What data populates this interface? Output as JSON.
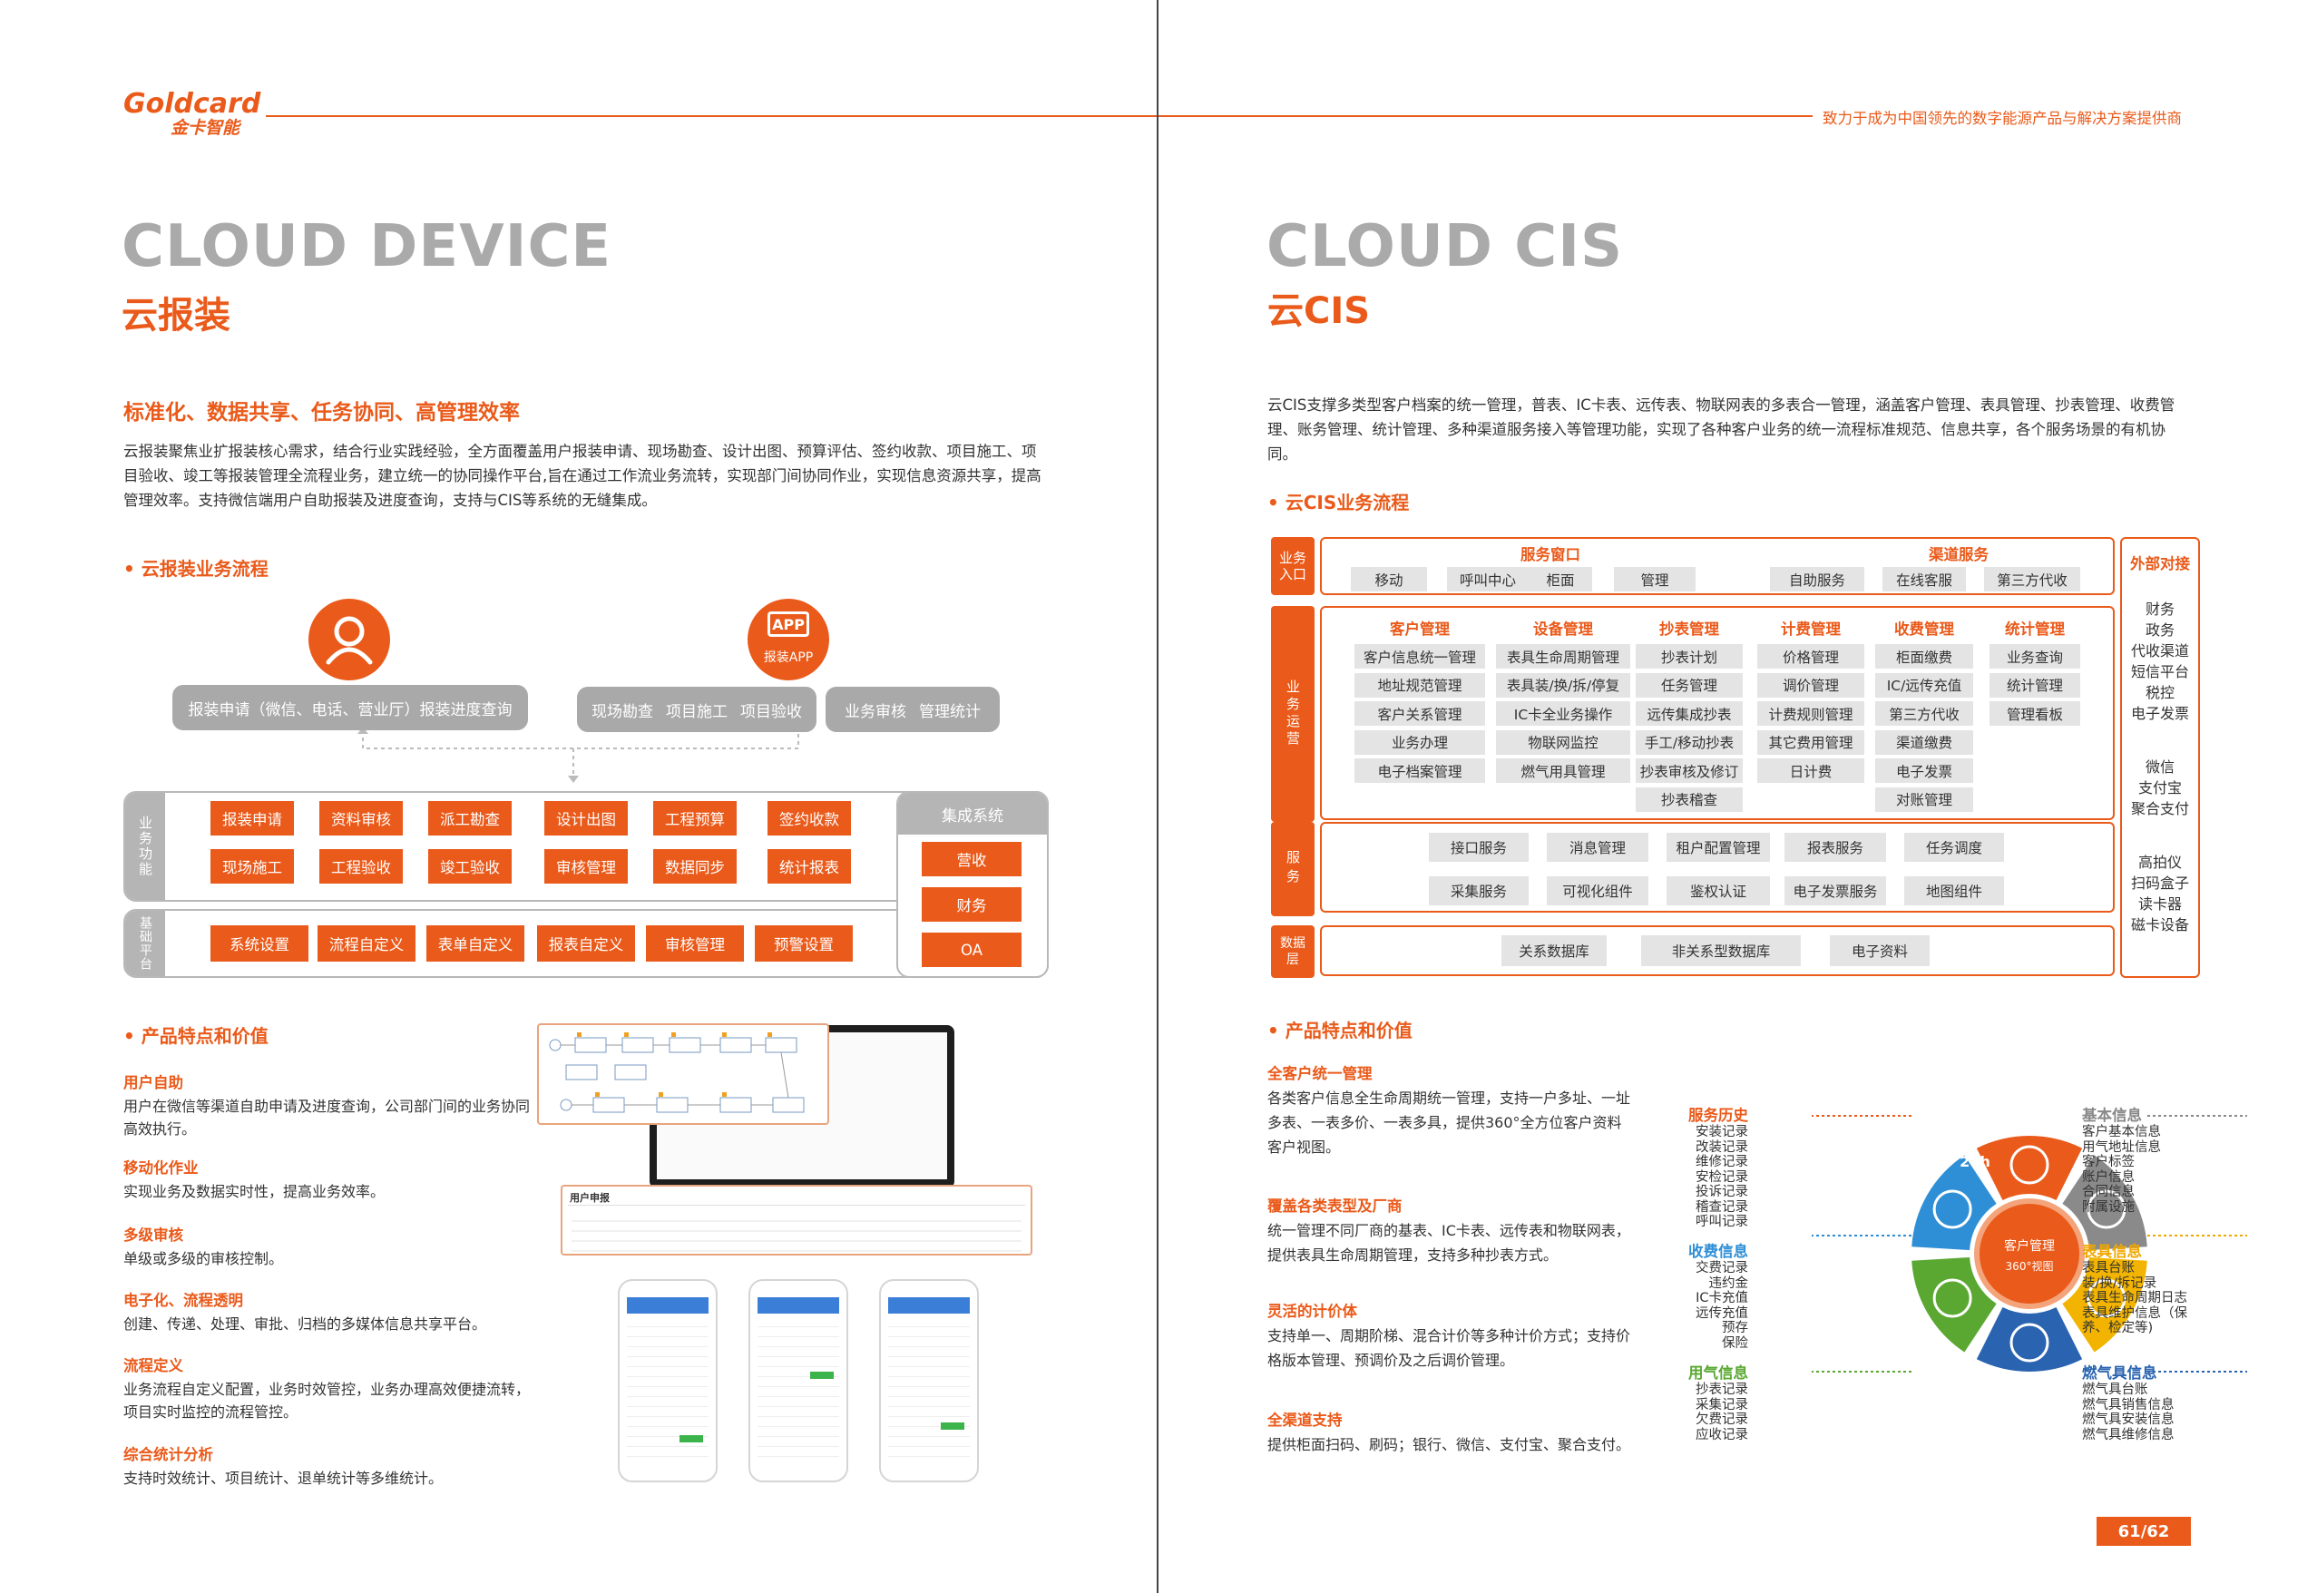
{
  "header": {
    "logo_en": "Goldcard",
    "logo_cn": "金卡智能",
    "slogan": "致力于成为中国领先的数字能源产品与解决方案提供商",
    "page_number": "61/62"
  },
  "left": {
    "title_en": "CLOUD DEVICE",
    "title_cn": "云报装",
    "heading": "标准化、数据共享、任务协同、高管理效率",
    "intro": "云报装聚焦业扩报装核心需求，结合行业实践经验，全方面覆盖用户报装申请、现场勘查、设计出图、预算评估、签约收款、项目施工、项目验收、竣工等报装管理全流程业务，建立统一的协同操作平台,旨在通过工作流业务流转，实现部门间协同作业，实现信息资源共享，提高管理效率。支持微信端用户自助报装及进度查询，支持与CIS等系统的无缝集成。",
    "flow_title": "• 云报装业务流程",
    "flow": {
      "app_icon_text": "APP",
      "app_label": "报装APP",
      "user_box": "报装申请（微信、电话、营业厅）报装进度查询",
      "field_items": [
        "现场勘查",
        "项目施工",
        "项目验收"
      ],
      "audit_items": [
        "业务审核",
        "管理统计"
      ],
      "func_label": "业务功能",
      "func_row1": [
        "报装申请",
        "资料审核",
        "派工勘查",
        "设计出图",
        "工程预算",
        "签约收款"
      ],
      "func_row2": [
        "现场施工",
        "工程验收",
        "竣工验收",
        "审核管理",
        "数据同步",
        "统计报表"
      ],
      "base_label": "基础平台",
      "base_row": [
        "系统设置",
        "流程自定义",
        "表单自定义",
        "报表自定义",
        "审核管理",
        "预警设置"
      ],
      "integration_title": "集成系统",
      "integration_items": [
        "营收",
        "财务",
        "OA"
      ]
    },
    "features_title": "• 产品特点和价值",
    "features": [
      {
        "title": "用户自助",
        "desc": "用户在微信等渠道自助申请及进度查询，公司部门间的业务协同高效执行。"
      },
      {
        "title": "移动化作业",
        "desc": "实现业务及数据实时性，提高业务效率。"
      },
      {
        "title": "多级审核",
        "desc": "单级或多级的审核控制。"
      },
      {
        "title": "电子化、流程透明",
        "desc": "创建、传递、处理、审批、归档的多媒体信息共享平台。"
      },
      {
        "title": "流程定义",
        "desc": "业务流程自定义配置，业务时效管控，业务办理高效便捷流转，项目实时监控的流程管控。"
      },
      {
        "title": "综合统计分析",
        "desc": "支持时效统计、项目统计、退单统计等多维统计。"
      }
    ],
    "screenshot_form_title": "用户申报"
  },
  "right": {
    "title_en": "CLOUD CIS",
    "title_cn": "云CIS",
    "intro": "云CIS支撑多类型客户档案的统一管理，普表、IC卡表、远传表、物联网表的多表合一管理，涵盖客户管理、表具管理、抄表管理、收费管理、账务管理、统计管理、多种渠道服务接入等管理功能，实现了各种客户业务的统一流程标准规范、信息共享，各个服务场景的有机协同。",
    "flow_title": "• 云CIS业务流程",
    "entry_label": "业务入口",
    "service_window": {
      "title": "服务窗口",
      "items": [
        "移动",
        "呼叫中心",
        "柜面",
        "管理"
      ]
    },
    "channel_service": {
      "title": "渠道服务",
      "items": [
        "自助服务",
        "在线客服",
        "第三方代收"
      ]
    },
    "ops_label": "业务运营",
    "ops_columns": [
      {
        "title": "客户管理",
        "items": [
          "客户信息统一管理",
          "地址规范管理",
          "客户关系管理",
          "业务办理",
          "电子档案管理"
        ]
      },
      {
        "title": "设备管理",
        "items": [
          "表具生命周期管理",
          "表具装/换/拆/停复",
          "IC卡全业务操作",
          "物联网监控",
          "燃气用具管理"
        ]
      },
      {
        "title": "抄表管理",
        "items": [
          "抄表计划",
          "任务管理",
          "远传集成抄表",
          "手工/移动抄表",
          "抄表审核及修订",
          "抄表稽查"
        ]
      },
      {
        "title": "计费管理",
        "items": [
          "价格管理",
          "调价管理",
          "计费规则管理",
          "其它费用管理",
          "日计费"
        ]
      },
      {
        "title": "收费管理",
        "items": [
          "柜面缴费",
          "IC/远传充值",
          "第三方代收",
          "渠道缴费",
          "电子发票",
          "对账管理"
        ]
      },
      {
        "title": "统计管理",
        "items": [
          "业务查询",
          "统计管理",
          "管理看板"
        ]
      }
    ],
    "service_label": "服务",
    "service_row1": [
      "接口服务",
      "消息管理",
      "租户配置管理",
      "报表服务",
      "任务调度"
    ],
    "service_row2": [
      "采集服务",
      "可视化组件",
      "鉴权认证",
      "电子发票服务",
      "地图组件"
    ],
    "data_label": "数据层",
    "data_items": [
      "关系数据库",
      "非关系型数据库",
      "电子资料"
    ],
    "external": {
      "title": "外部对接",
      "group1": [
        "财务",
        "政务",
        "代收渠道",
        "短信平台",
        "税控",
        "电子发票"
      ],
      "group2": [
        "微信",
        "支付宝",
        "聚合支付"
      ],
      "group3": [
        "高拍仪",
        "扫码盒子",
        "读卡器",
        "磁卡设备"
      ]
    },
    "features_title": "• 产品特点和价值",
    "features": [
      {
        "title": "全客户统一管理",
        "desc": "各类客户信息全生命周期统一管理，支持一户多址、一址多表、一表多价、一表多具，提供360°全方位客户资料客户视图。"
      },
      {
        "title": "覆盖各类表型及厂商",
        "desc": "统一管理不同厂商的基表、IC卡表、远传表和物联网表，提供表具生命周期管理，支持多种抄表方式。"
      },
      {
        "title": "灵活的计价体",
        "desc": "支持单一、周期阶梯、混合计价等多种计价方式；支持价格版本管理、预调价及之后调价管理。"
      },
      {
        "title": "全渠道支持",
        "desc": "提供柜面扫码、刷码；银行、微信、支付宝、聚合支付。"
      }
    ],
    "hex": {
      "center_title": "客户管理",
      "center_sub": "360°视图",
      "icon_24h": "24h",
      "groups": [
        {
          "title": "服务历史",
          "color": "#ea5a1a",
          "items": [
            "安装记录",
            "改装记录",
            "维修记录",
            "安检记录",
            "投诉记录",
            "稽查记录",
            "呼叫记录"
          ]
        },
        {
          "title": "基本信息",
          "color": "#888888",
          "items": [
            "客户基本信息",
            "用气地址信息",
            "客户标签",
            "账户信息",
            "合同信息",
            "附属设施"
          ]
        },
        {
          "title": "收费信息",
          "color": "#2f8fd6",
          "items": [
            "交费记录",
            "违约金",
            "IC卡充值",
            "远传充值",
            "预存",
            "保险"
          ]
        },
        {
          "title": "表具信息",
          "color": "#f0a800",
          "items": [
            "表具台账",
            "装/换/拆记录",
            "表具生命周期日志",
            "表具维护信息（保养、检定等)"
          ]
        },
        {
          "title": "用气信息",
          "color": "#5aa832",
          "items": [
            "抄表记录",
            "采集记录",
            "欠费记录",
            "应收记录"
          ]
        },
        {
          "title": "燃气具信息",
          "color": "#2a64b0",
          "items": [
            "燃气具台账",
            "燃气具销售信息",
            "燃气具安装信息",
            "燃气具维修信息"
          ]
        }
      ],
      "colors": {
        "orange": "#ea5a1a",
        "gray": "#8a8a8a",
        "blue": "#2f8fd6",
        "yellow": "#f2b400",
        "green": "#5aa832",
        "navy": "#2a64b0"
      }
    }
  }
}
